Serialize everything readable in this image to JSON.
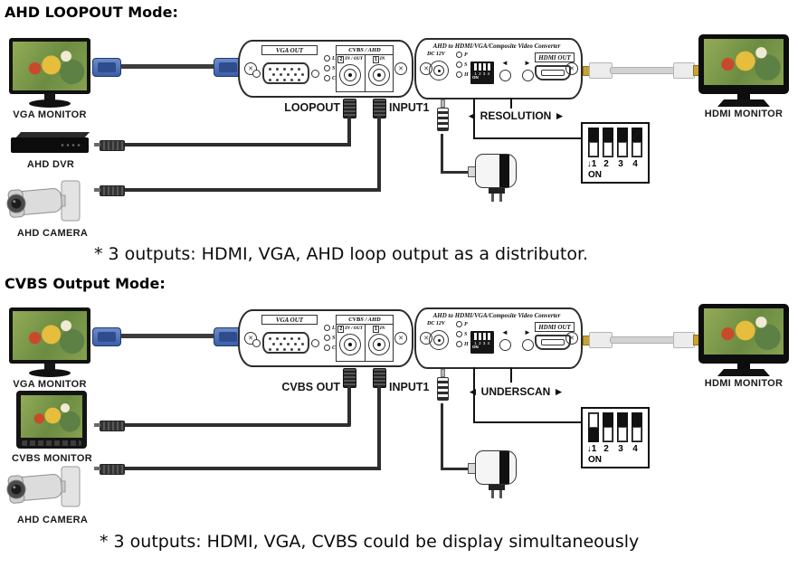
{
  "colors": {
    "vga_connector_blue": "#3b5ea8",
    "hdmi_plug_gold": "#c9a233",
    "coax_cable_dark": "#2e2e2e",
    "hdmi_cable_grey": "#d2d2d2",
    "panel_outline": "#2b2b2b"
  },
  "converter": {
    "front": {
      "vga_out_label": "VGA OUT",
      "cvbs_ahd_label": "CVBS / AHD",
      "bnc2_num": "2",
      "bnc2_type": "IN / OUT",
      "bnc1_num": "1",
      "bnc1_type": "IN",
      "leds": [
        "L",
        "S",
        "C"
      ]
    },
    "rear": {
      "title": "AHD to HDMI/VGA/Composite Video Converter",
      "dc_label": "DC 12V",
      "leds": [
        "P",
        "S",
        "H"
      ],
      "dip_numbers": "1 2 3 4",
      "dip_on": "ON",
      "left_arrow": "◄",
      "right_arrow": "►",
      "hdmi_out_label": "HDMI OUT"
    }
  },
  "sections": [
    {
      "heading": "AHD LOOPOUT Mode:",
      "monitor_label": "VGA MONITOR",
      "mid_label": "AHD DVR",
      "camera_label": "AHD CAMERA",
      "hdmi_label": "HDMI MONITOR",
      "out_port_label": "LOOPOUT",
      "in_port_label": "INPUT1",
      "adjust_label": "◄ RESOLUTION ►",
      "note": "* 3 outputs: HDMI, VGA, AHD loop output as a distributor.",
      "dip_detail": {
        "n1": "↓1",
        "n2": "2",
        "n3": "3",
        "n4": "4",
        "on": "ON",
        "states": [
          "down",
          "down",
          "down",
          "down"
        ]
      }
    },
    {
      "heading": "CVBS Output Mode:",
      "monitor_label": "VGA MONITOR",
      "mid_label": "CVBS MONITOR",
      "camera_label": "AHD CAMERA",
      "hdmi_label": "HDMI MONITOR",
      "out_port_label": "CVBS OUT",
      "in_port_label": "INPUT1",
      "adjust_label": "◄ UNDERSCAN ►",
      "note": "* 3 outputs: HDMI, VGA, CVBS could be display simultaneously",
      "dip_detail": {
        "n1": "↓1",
        "n2": "2",
        "n3": "3",
        "n4": "4",
        "on": "ON",
        "states": [
          "up",
          "down",
          "down",
          "down"
        ]
      }
    }
  ]
}
